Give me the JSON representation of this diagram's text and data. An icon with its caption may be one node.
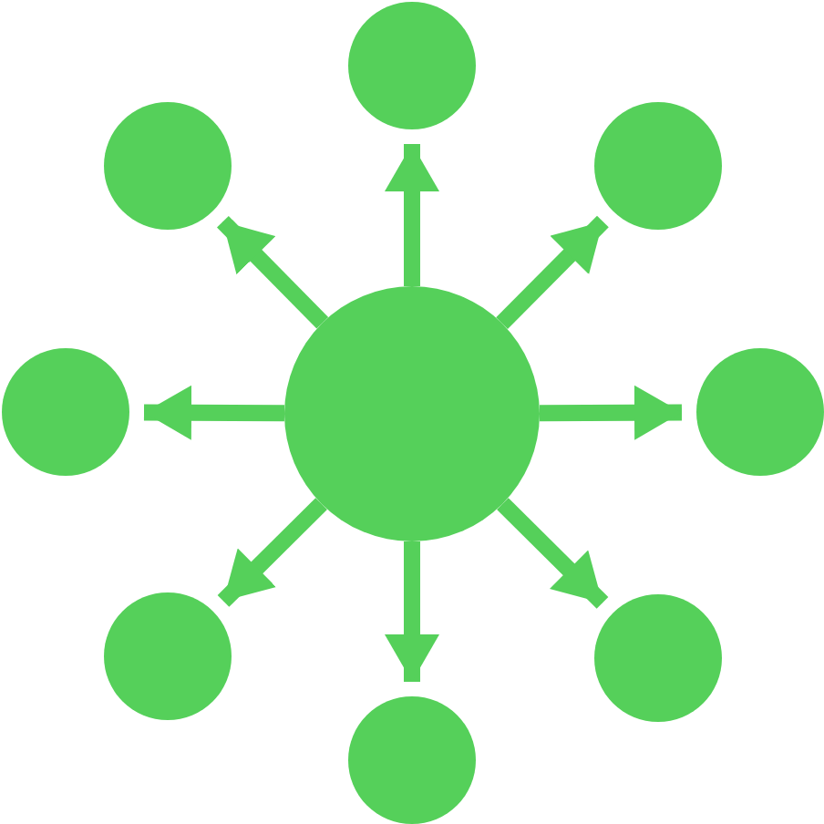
{
  "diagram": {
    "nodes": [
      {
        "text": [],
        "shape": "circle"
      },
      {
        "text": [],
        "shape": "circle"
      },
      {
        "text": [],
        "shape": "circle"
      },
      {
        "text": [],
        "shape": "circle"
      },
      {
        "text": [],
        "shape": "circle"
      },
      {
        "text": [],
        "shape": "circle"
      },
      {
        "text": [],
        "shape": "circle"
      },
      {
        "text": [],
        "shape": "circle"
      },
      {
        "text": [],
        "shape": "circle"
      }
    ],
    "edges": [
      {
        "from": 4,
        "to": 0,
        "arrow": "to"
      },
      {
        "from": 4,
        "to": 1,
        "arrow": "to"
      },
      {
        "from": 4,
        "to": 2,
        "arrow": "to"
      },
      {
        "from": 4,
        "to": 3,
        "arrow": "to"
      },
      {
        "from": 4,
        "to": 5,
        "arrow": "to"
      },
      {
        "from": 4,
        "to": 6,
        "arrow": "to"
      },
      {
        "from": 4,
        "to": 7,
        "arrow": "to"
      },
      {
        "from": 4,
        "to": 8,
        "arrow": "to"
      }
    ]
  }
}
